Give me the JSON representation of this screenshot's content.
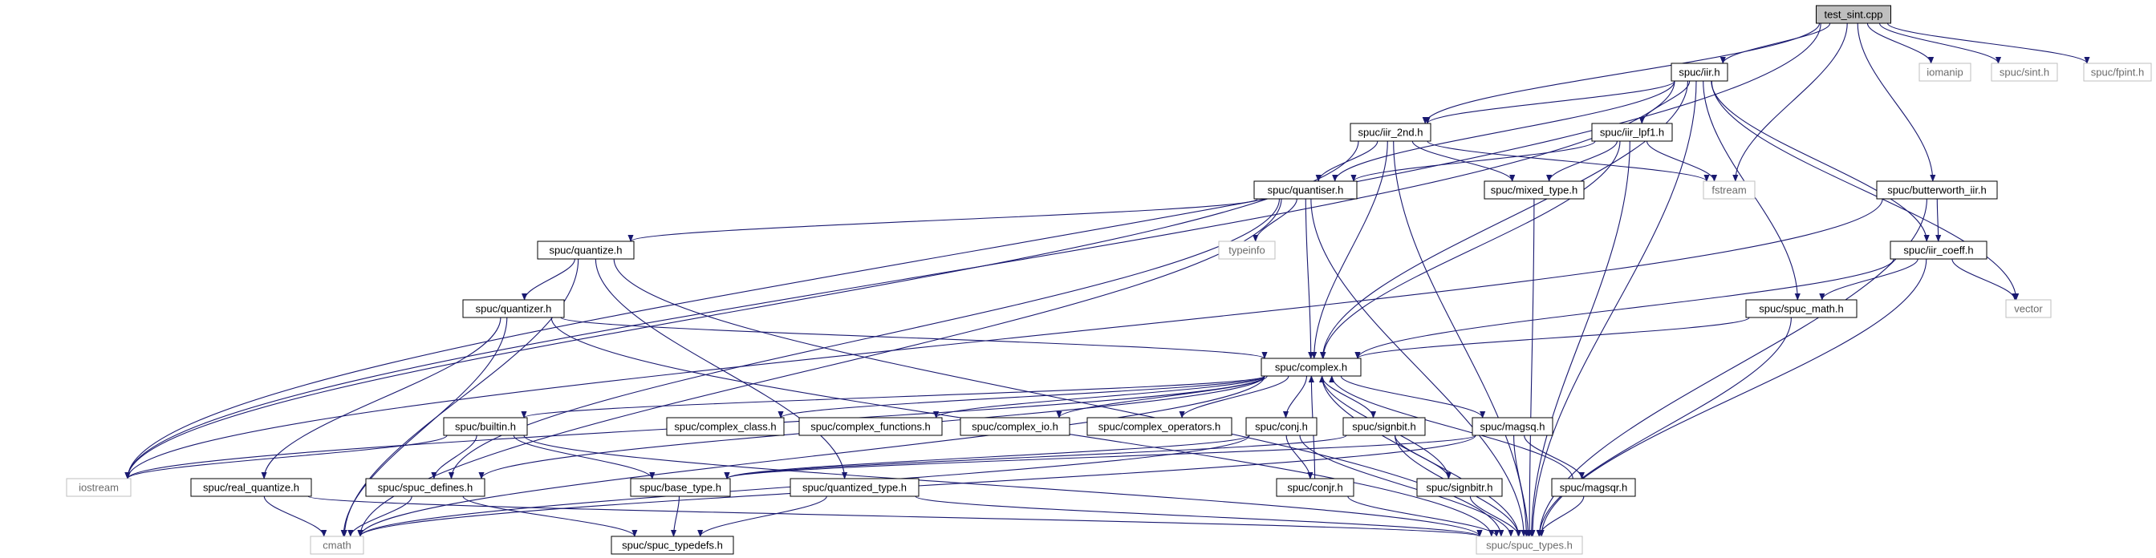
{
  "diagram": {
    "colors": {
      "root_fill": "#bfbfbf",
      "node_fill": "#ffffff",
      "node_border": "#000000",
      "external_border": "#bfbfbf",
      "edge": "#191970",
      "text": "#000000",
      "external_text": "#6b6b6b"
    },
    "nodes": [
      {
        "id": "test_sint",
        "label": "test_sint.cpp",
        "kind": "root"
      },
      {
        "id": "iostream",
        "label": "iostream",
        "kind": "external"
      },
      {
        "id": "iir_h",
        "label": "spuc/iir.h",
        "kind": "header"
      },
      {
        "id": "fstream",
        "label": "fstream",
        "kind": "external"
      },
      {
        "id": "iomanip",
        "label": "iomanip",
        "kind": "external"
      },
      {
        "id": "sint_h",
        "label": "spuc/sint.h",
        "kind": "external"
      },
      {
        "id": "fpint_h",
        "label": "spuc/fpint.h",
        "kind": "external"
      },
      {
        "id": "iir_2nd",
        "label": "spuc/iir_2nd.h",
        "kind": "header"
      },
      {
        "id": "iir_lpf1",
        "label": "spuc/iir_lpf1.h",
        "kind": "header"
      },
      {
        "id": "butterworth",
        "label": "spuc/butterworth_iir.h",
        "kind": "header"
      },
      {
        "id": "quantiser",
        "label": "spuc/quantiser.h",
        "kind": "header"
      },
      {
        "id": "mixed_type",
        "label": "spuc/mixed_type.h",
        "kind": "header"
      },
      {
        "id": "iir_coeff",
        "label": "spuc/iir_coeff.h",
        "kind": "header"
      },
      {
        "id": "typeinfo",
        "label": "typeinfo",
        "kind": "external"
      },
      {
        "id": "quantize",
        "label": "spuc/quantize.h",
        "kind": "header"
      },
      {
        "id": "vector",
        "label": "vector",
        "kind": "external"
      },
      {
        "id": "spuc_math",
        "label": "spuc/spuc_math.h",
        "kind": "header"
      },
      {
        "id": "quantizer",
        "label": "spuc/quantizer.h",
        "kind": "header"
      },
      {
        "id": "complex_h",
        "label": "spuc/complex.h",
        "kind": "header"
      },
      {
        "id": "complex_class",
        "label": "spuc/complex_class.h",
        "kind": "header"
      },
      {
        "id": "complex_functions",
        "label": "spuc/complex_functions.h",
        "kind": "header"
      },
      {
        "id": "complex_io",
        "label": "spuc/complex_io.h",
        "kind": "header"
      },
      {
        "id": "complex_operators",
        "label": "spuc/complex_operators.h",
        "kind": "header"
      },
      {
        "id": "builtin",
        "label": "spuc/builtin.h",
        "kind": "header"
      },
      {
        "id": "conj",
        "label": "spuc/conj.h",
        "kind": "header"
      },
      {
        "id": "signbit",
        "label": "spuc/signbit.h",
        "kind": "header"
      },
      {
        "id": "magsq",
        "label": "spuc/magsq.h",
        "kind": "header"
      },
      {
        "id": "real_quantize",
        "label": "spuc/real_quantize.h",
        "kind": "header"
      },
      {
        "id": "spuc_defines",
        "label": "spuc/spuc_defines.h",
        "kind": "header"
      },
      {
        "id": "base_type",
        "label": "spuc/base_type.h",
        "kind": "header"
      },
      {
        "id": "quantized_type",
        "label": "spuc/quantized_type.h",
        "kind": "header"
      },
      {
        "id": "conjr",
        "label": "spuc/conjr.h",
        "kind": "header"
      },
      {
        "id": "signbitr",
        "label": "spuc/signbitr.h",
        "kind": "header"
      },
      {
        "id": "magsqr",
        "label": "spuc/magsqr.h",
        "kind": "header"
      },
      {
        "id": "cmath",
        "label": "cmath",
        "kind": "external"
      },
      {
        "id": "spuc_typedefs",
        "label": "spuc/spuc_typedefs.h",
        "kind": "header"
      },
      {
        "id": "spuc_types",
        "label": "spuc/spuc_types.h",
        "kind": "external"
      }
    ],
    "edges": [
      [
        "test_sint",
        "iostream"
      ],
      [
        "test_sint",
        "iir_h"
      ],
      [
        "test_sint",
        "fstream"
      ],
      [
        "test_sint",
        "iomanip"
      ],
      [
        "test_sint",
        "sint_h"
      ],
      [
        "test_sint",
        "fpint_h"
      ],
      [
        "test_sint",
        "iir_2nd"
      ],
      [
        "test_sint",
        "butterworth"
      ],
      [
        "iir_h",
        "iir_2nd"
      ],
      [
        "iir_h",
        "iir_lpf1"
      ],
      [
        "iir_h",
        "quantiser"
      ],
      [
        "iir_h",
        "iostream"
      ],
      [
        "iir_h",
        "complex_h"
      ],
      [
        "iir_h",
        "spuc_math"
      ],
      [
        "iir_h",
        "iir_coeff"
      ],
      [
        "iir_h",
        "vector"
      ],
      [
        "iir_h",
        "spuc_types"
      ],
      [
        "iir_2nd",
        "quantiser"
      ],
      [
        "iir_2nd",
        "mixed_type"
      ],
      [
        "iir_2nd",
        "fstream"
      ],
      [
        "iir_2nd",
        "iostream"
      ],
      [
        "iir_2nd",
        "complex_h"
      ],
      [
        "iir_2nd",
        "spuc_types"
      ],
      [
        "iir_lpf1",
        "quantiser"
      ],
      [
        "iir_lpf1",
        "mixed_type"
      ],
      [
        "iir_lpf1",
        "fstream"
      ],
      [
        "iir_lpf1",
        "complex_h"
      ],
      [
        "iir_lpf1",
        "spuc_types"
      ],
      [
        "butterworth",
        "iir_coeff"
      ],
      [
        "butterworth",
        "iostream"
      ],
      [
        "butterworth",
        "spuc_types"
      ],
      [
        "quantiser",
        "quantize"
      ],
      [
        "quantiser",
        "typeinfo"
      ],
      [
        "quantiser",
        "complex_h"
      ],
      [
        "quantiser",
        "cmath"
      ],
      [
        "quantiser",
        "spuc_defines"
      ],
      [
        "quantiser",
        "spuc_types"
      ],
      [
        "mixed_type",
        "spuc_types"
      ],
      [
        "iir_coeff",
        "spuc_math"
      ],
      [
        "iir_coeff",
        "vector"
      ],
      [
        "iir_coeff",
        "complex_h"
      ],
      [
        "iir_coeff",
        "spuc_types"
      ],
      [
        "spuc_math",
        "complex_h"
      ],
      [
        "spuc_math",
        "spuc_types"
      ],
      [
        "quantize",
        "quantizer"
      ],
      [
        "quantize",
        "cmath"
      ],
      [
        "quantize",
        "quantized_type"
      ],
      [
        "quantize",
        "spuc_types"
      ],
      [
        "quantizer",
        "complex_h"
      ],
      [
        "quantizer",
        "real_quantize"
      ],
      [
        "quantizer",
        "cmath"
      ],
      [
        "quantizer",
        "spuc_types"
      ],
      [
        "complex_h",
        "iostream"
      ],
      [
        "complex_h",
        "cmath"
      ],
      [
        "complex_h",
        "spuc_defines"
      ],
      [
        "complex_h",
        "builtin"
      ],
      [
        "complex_h",
        "complex_class"
      ],
      [
        "complex_h",
        "complex_functions"
      ],
      [
        "complex_h",
        "complex_io"
      ],
      [
        "complex_h",
        "complex_operators"
      ],
      [
        "complex_h",
        "conj"
      ],
      [
        "complex_h",
        "signbit"
      ],
      [
        "complex_h",
        "magsq"
      ],
      [
        "complex_h",
        "spuc_types"
      ],
      [
        "builtin",
        "iostream"
      ],
      [
        "builtin",
        "spuc_defines"
      ],
      [
        "builtin",
        "base_type"
      ],
      [
        "builtin",
        "spuc_types"
      ],
      [
        "conj",
        "conjr"
      ],
      [
        "conj",
        "base_type"
      ],
      [
        "conj",
        "cmath"
      ],
      [
        "conj",
        "spuc_types"
      ],
      [
        "signbit",
        "signbitr"
      ],
      [
        "signbit",
        "base_type"
      ],
      [
        "signbit",
        "spuc_types"
      ],
      [
        "magsq",
        "magsqr"
      ],
      [
        "magsq",
        "base_type"
      ],
      [
        "magsq",
        "cmath"
      ],
      [
        "magsq",
        "spuc_types"
      ],
      [
        "conjr",
        "complex_h"
      ],
      [
        "signbitr",
        "complex_h"
      ],
      [
        "magsqr",
        "complex_h"
      ],
      [
        "conjr",
        "spuc_types"
      ],
      [
        "signbitr",
        "spuc_types"
      ],
      [
        "magsqr",
        "spuc_types"
      ],
      [
        "real_quantize",
        "cmath"
      ],
      [
        "real_quantize",
        "spuc_types"
      ],
      [
        "spuc_defines",
        "cmath"
      ],
      [
        "spuc_defines",
        "spuc_typedefs"
      ],
      [
        "base_type",
        "spuc_typedefs"
      ],
      [
        "quantized_type",
        "spuc_typedefs"
      ],
      [
        "quantized_type",
        "spuc_types"
      ]
    ]
  }
}
